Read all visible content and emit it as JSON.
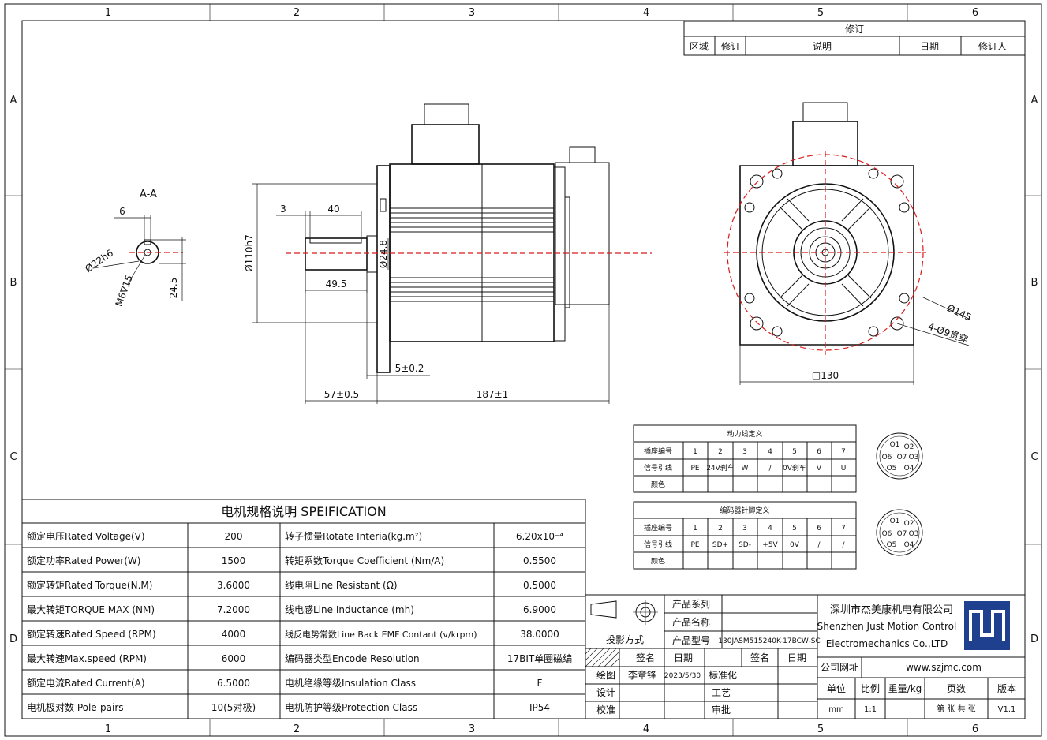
{
  "border": {
    "columns": [
      "1",
      "2",
      "3",
      "4",
      "5",
      "6"
    ],
    "rows": [
      "A",
      "B",
      "C",
      "D"
    ]
  },
  "revision_block": {
    "title": "修订",
    "headers": [
      "区域",
      "修订",
      "说明",
      "日期",
      "修订人"
    ]
  },
  "section_view": {
    "title": "A-A",
    "dims": [
      "6",
      "Ø22h6",
      "M6∇15",
      "24.5"
    ]
  },
  "side_view": {
    "dims": [
      "3",
      "40",
      "Ø110h7",
      "Ø24.8",
      "49.5",
      "5±0.2",
      "57±0.5",
      "187±1"
    ]
  },
  "front_view": {
    "dims": [
      "Ø145",
      "4-Ø9贯穿",
      "□130"
    ]
  },
  "power_connector": {
    "title": "动力线定义",
    "row_labels": [
      "插座编号",
      "信号引线",
      "颜色"
    ],
    "pins": [
      "1",
      "2",
      "3",
      "4",
      "5",
      "6",
      "7"
    ],
    "signals": [
      "PE",
      "24V刹车",
      "W",
      "/",
      "0V刹车",
      "V",
      "U"
    ],
    "colors": [
      "",
      "",
      "",
      "",
      "",
      "",
      ""
    ]
  },
  "encoder_connector": {
    "title": "编码器针脚定义",
    "row_labels": [
      "插座编号",
      "信号引线",
      "颜色"
    ],
    "pins": [
      "1",
      "2",
      "3",
      "4",
      "5",
      "6",
      "7"
    ],
    "signals": [
      "PE",
      "SD+",
      "SD-",
      "+5V",
      "0V",
      "/",
      "/"
    ],
    "colors": [
      "",
      "",
      "",
      "",
      "",
      "",
      ""
    ]
  },
  "connector_pins": {
    "power": [
      "O1",
      "O2",
      "O3",
      "O4",
      "O5",
      "O6",
      "O7"
    ],
    "encoder": [
      "O1",
      "O2",
      "O3",
      "O4",
      "O5",
      "O6",
      "O7"
    ]
  },
  "spec_table": {
    "title": "电机规格说明 SPEIFICATION",
    "rows": [
      {
        "name": "额定电压Rated Voltage(V)",
        "value": "200",
        "name2": "转子惯量Rotate Interia(kg.m²)",
        "value2": "6.20x10⁻⁴"
      },
      {
        "name": "额定功率Rated Power(W)",
        "value": "1500",
        "name2": "转矩系数Torque Coefficient (Nm/A)",
        "value2": "0.5500"
      },
      {
        "name": "额定转矩Rated Torque(N.M)",
        "value": "3.6000",
        "name2": "线电阻Line Resistant (Ω)",
        "value2": "0.5000"
      },
      {
        "name": "最大转矩TORQUE MAX (NM)",
        "value": "7.2000",
        "name2": "线电感Line Inductance (mh)",
        "value2": "6.9000"
      },
      {
        "name": "额定转速Rated Speed (RPM)",
        "value": "4000",
        "name2": "线反电势常数Line Back EMF Contant (v/krpm)",
        "value2": "38.0000"
      },
      {
        "name": "最大转速Max.speed (RPM)",
        "value": "6000",
        "name2": "编码器类型Encode Resolution",
        "value2": "17BIT单圈磁编"
      },
      {
        "name": "额定电流Rated Current(A)",
        "value": "6.5000",
        "name2": "电机绝缘等级Insulation Class",
        "value2": "F"
      },
      {
        "name": "电机极对数 Pole-pairs",
        "value": "10(5对极)",
        "name2": "电机防护等级Protection Class",
        "value2": "IP54"
      }
    ]
  },
  "title_block": {
    "product_series_label": "产品系列",
    "product_name_label": "产品名称",
    "product_model_label": "产品型号",
    "product_model": "130JASM515240K-17BCW-SC",
    "projection_label": "投影方式",
    "sign_label": "签名",
    "date_label": "日期",
    "sign_label2": "签名",
    "date_label2": "日期",
    "draw_label": "绘图",
    "drawer": "李章锋",
    "draw_date": "2023/5/30",
    "standardize_label": "标准化",
    "design_label": "设计",
    "process_label": "工艺",
    "check_label": "校准",
    "approve_label": "审批",
    "company_cn": "深圳市杰美康机电有限公司",
    "company_en_1": "Shenzhen Just Motion Control",
    "company_en_2": "Electromechanics Co.,LTD",
    "website_label": "公司网址",
    "website": "www.szjmc.com",
    "unit_label": "单位",
    "scale_label": "比例",
    "weight_label": "重量/kg",
    "pages_label": "页数",
    "version_label": "版本",
    "unit": "mm",
    "scale": "1:1",
    "weight": "",
    "pages": "第 张 共 张",
    "version": "V1.1"
  }
}
